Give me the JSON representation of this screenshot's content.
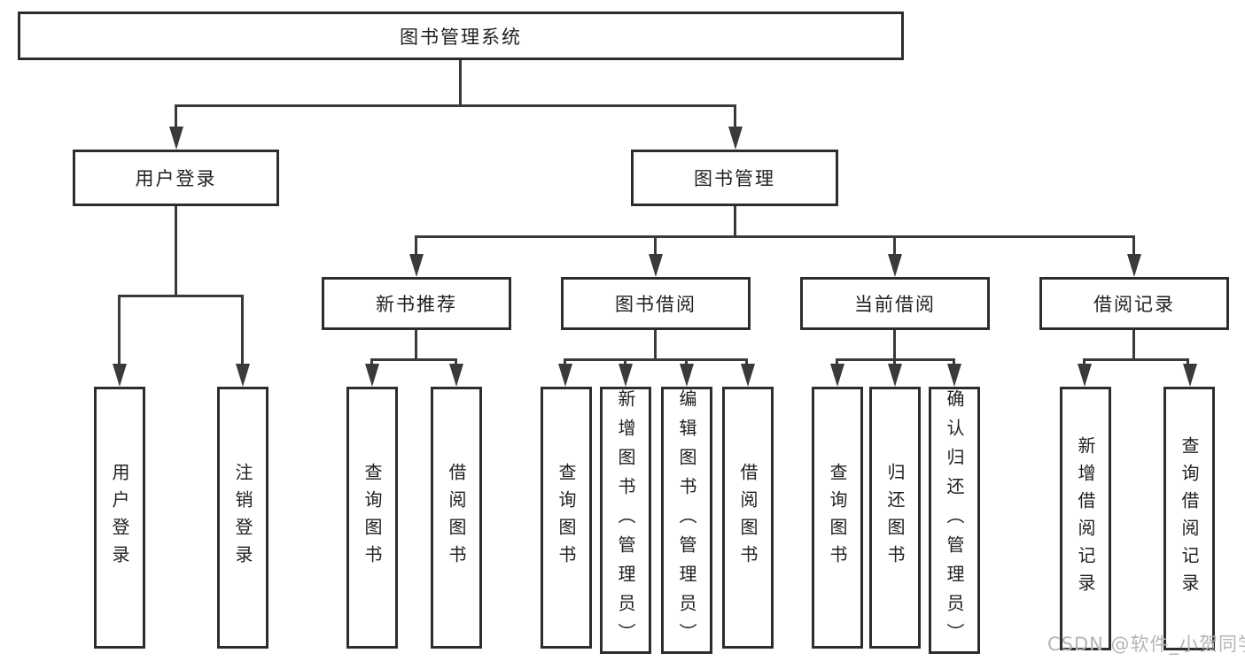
{
  "diagram": {
    "root": "图书管理系统",
    "branches": [
      {
        "label": "用户登录",
        "children": [
          "用户登录",
          "注销登录"
        ]
      },
      {
        "label": "图书管理",
        "sections": [
          {
            "label": "新书推荐",
            "children": [
              "查询图书",
              "借阅图书"
            ]
          },
          {
            "label": "图书借阅",
            "children": [
              "查询图书",
              "新增图书（管理员）",
              "编辑图书（管理员）",
              "借阅图书"
            ]
          },
          {
            "label": "当前借阅",
            "children": [
              "查询图书",
              "归还图书",
              "确认归还（管理员）"
            ]
          },
          {
            "label": "借阅记录",
            "children": [
              "新增借阅记录",
              "查询借阅记录"
            ]
          }
        ]
      }
    ]
  },
  "watermark": "CSDN @软件_小贺同学",
  "colors": {
    "border": "#2d2d2d",
    "line": "#3a3a3a",
    "text": "#1f1f1f",
    "watermark": "#b5b5b5",
    "background": "#ffffff"
  }
}
